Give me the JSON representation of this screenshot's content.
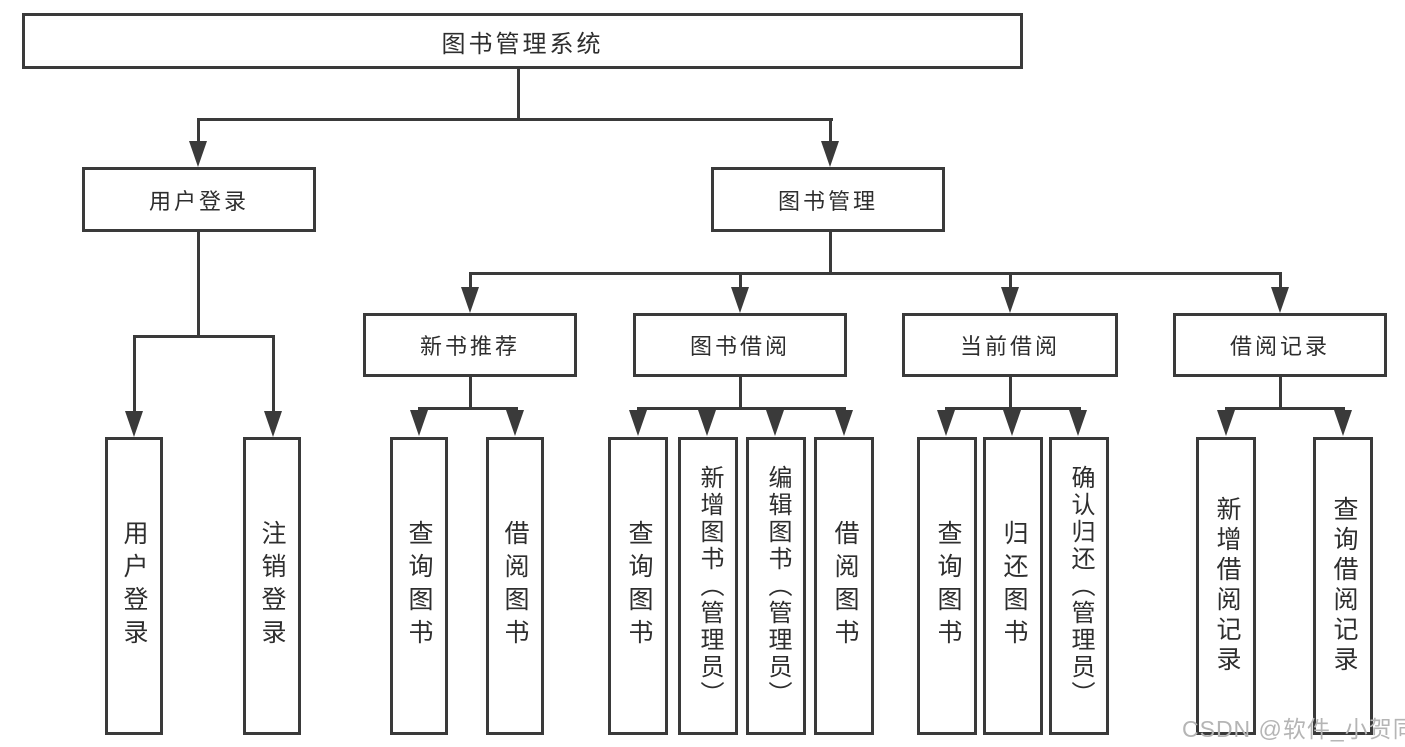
{
  "tree": {
    "root": "图书管理系统",
    "branches": [
      {
        "label": "用户登录",
        "leaves": [
          "用户登录",
          "注销登录"
        ]
      },
      {
        "label": "图书管理",
        "groups": [
          {
            "label": "新书推荐",
            "leaves": [
              "查询图书",
              "借阅图书"
            ]
          },
          {
            "label": "图书借阅",
            "leaves": [
              "查询图书",
              "新增图书（管理员）",
              "编辑图书（管理员）",
              "借阅图书"
            ]
          },
          {
            "label": "当前借阅",
            "leaves": [
              "查询图书",
              "归还图书",
              "确认归还（管理员）"
            ]
          },
          {
            "label": "借阅记录",
            "leaves": [
              "新增借阅记录",
              "查询借阅记录"
            ]
          }
        ]
      }
    ]
  },
  "watermark": "CSDN @软件_小贺同学",
  "colors": {
    "line": "#3a3a3a",
    "text": "#2e2e2e",
    "watermark": "#b5b5b5",
    "background": "#ffffff"
  }
}
